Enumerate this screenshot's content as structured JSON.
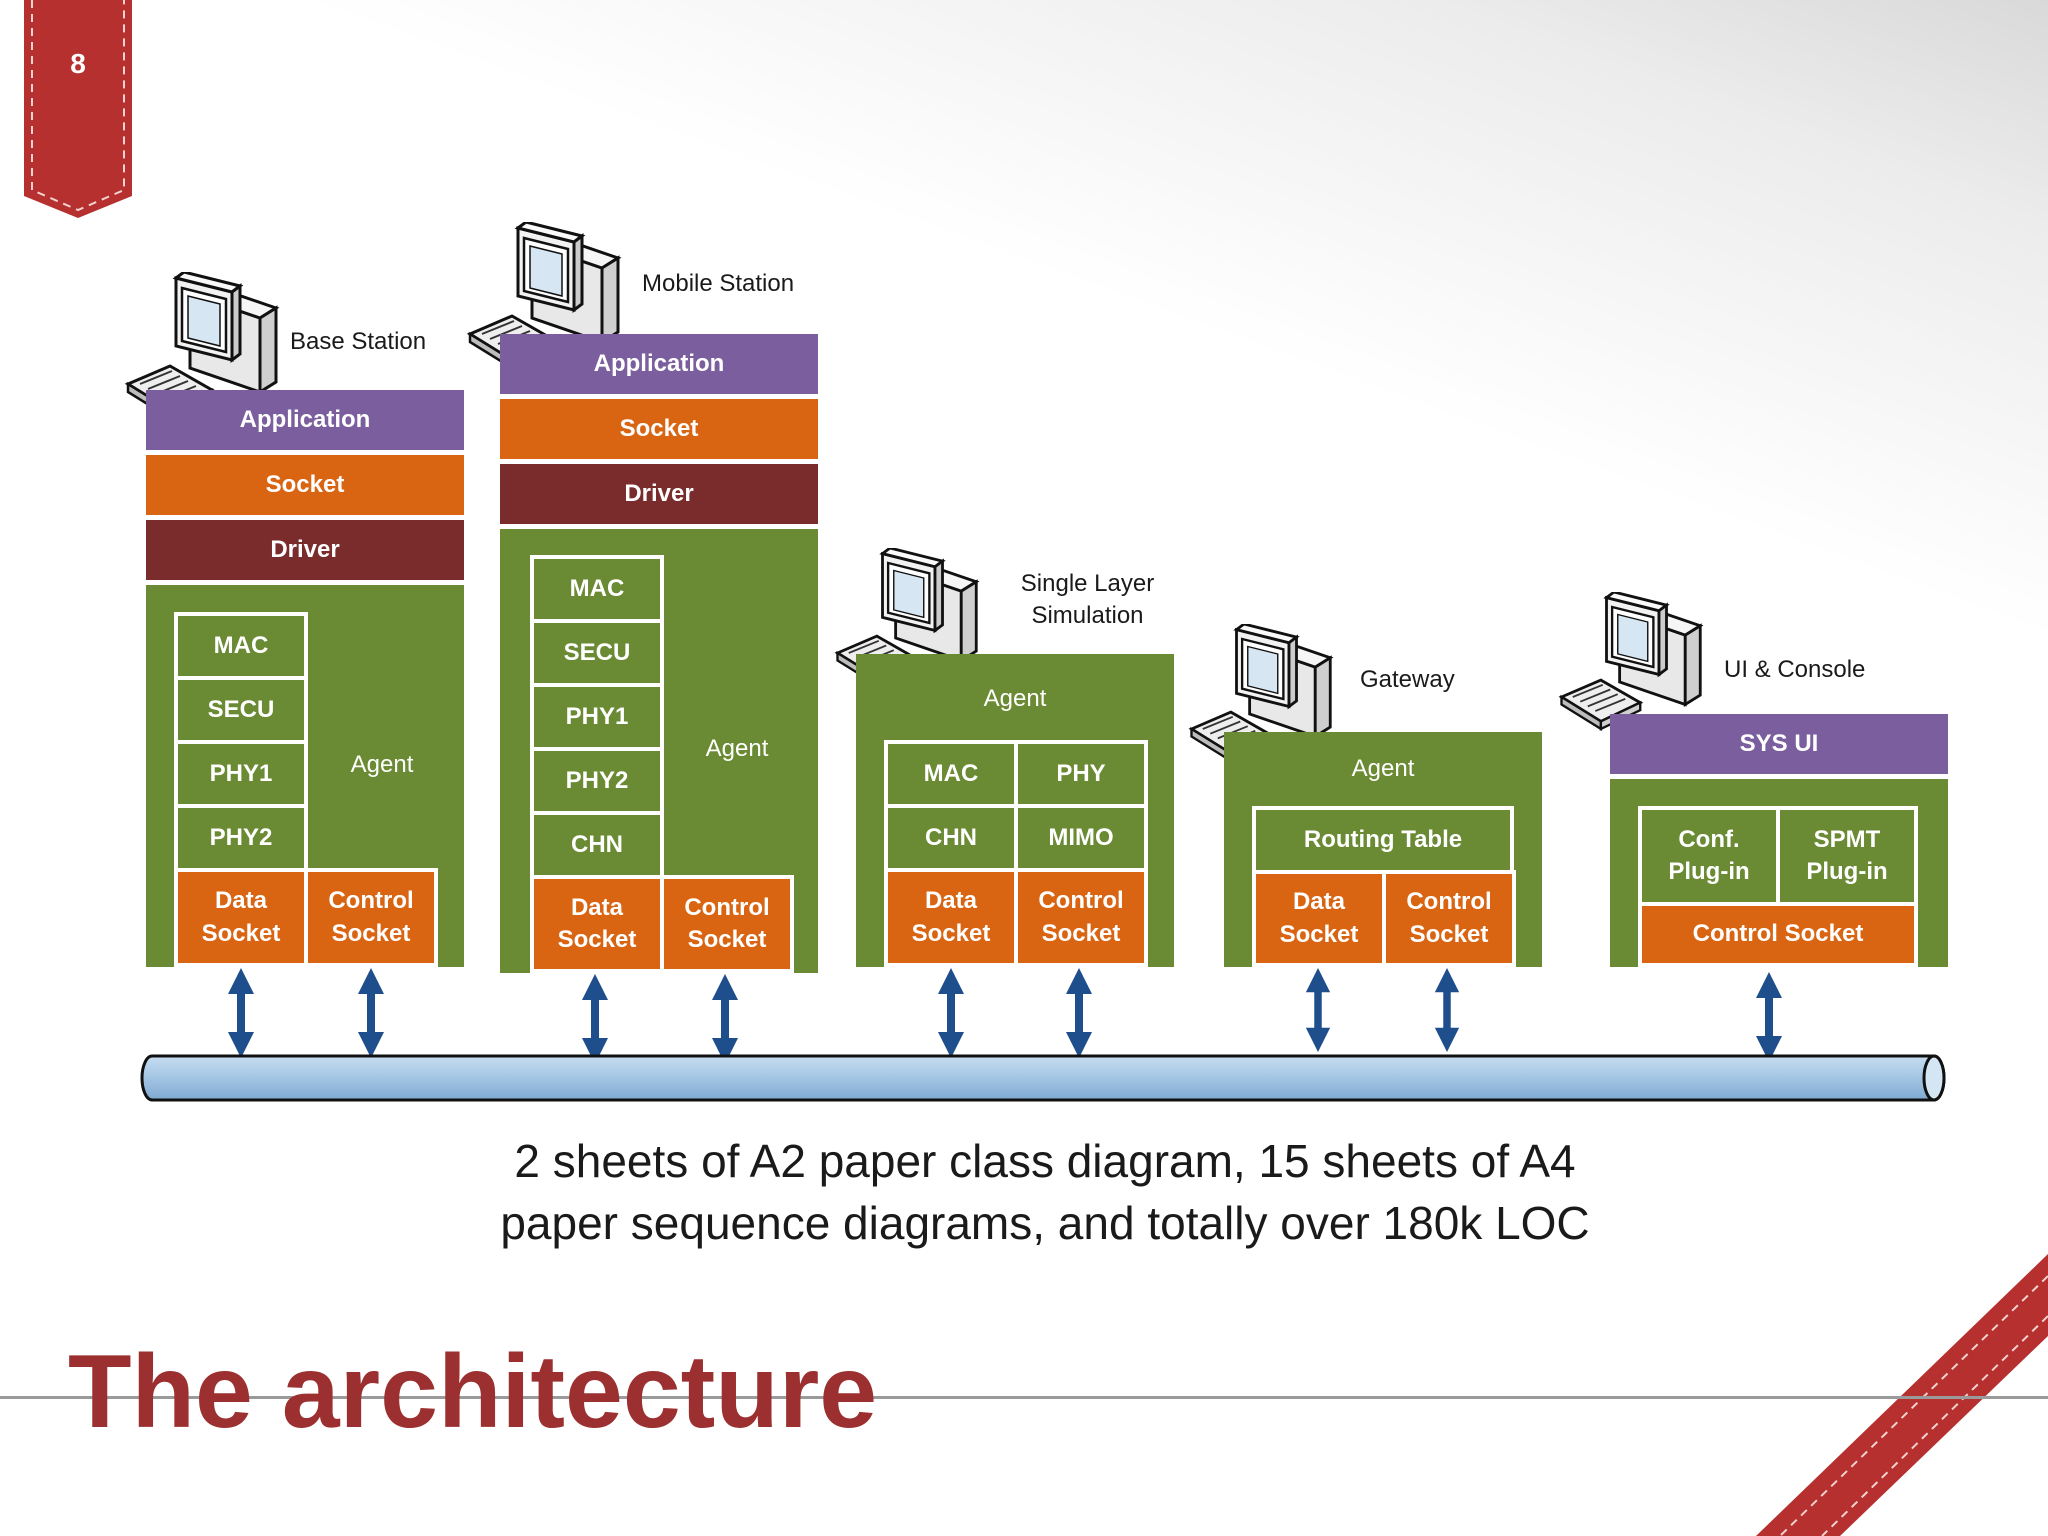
{
  "slide": {
    "page_number": "8",
    "title": "The architecture",
    "caption_line1": "2 sheets of A2 paper class diagram, 15 sheets of A4",
    "caption_line2": "paper sequence diagrams, and totally over 180k LOC",
    "colors": {
      "title": "#9c2f2f",
      "ribbon": "#b5302e",
      "application": "#7a5e9e",
      "socket": "#d96512",
      "driver": "#7a2b2b",
      "agent": "#6a8a33",
      "bus": "#9dc3e6",
      "arrow": "#1f4e8c"
    }
  },
  "nodes": {
    "base_station": {
      "label": "Base Station",
      "application": "Application",
      "socket": "Socket",
      "driver": "Driver",
      "agent": "Agent",
      "layers": [
        "MAC",
        "SECU",
        "PHY1",
        "PHY2"
      ],
      "data_socket": "Data\nSocket",
      "control_socket": "Control\nSocket"
    },
    "mobile_station": {
      "label": "Mobile Station",
      "application": "Application",
      "socket": "Socket",
      "driver": "Driver",
      "agent": "Agent",
      "layers": [
        "MAC",
        "SECU",
        "PHY1",
        "PHY2",
        "CHN"
      ],
      "data_socket": "Data\nSocket",
      "control_socket": "Control\nSocket"
    },
    "single_layer": {
      "label": "Single Layer\nSimulation",
      "agent": "Agent",
      "cells": [
        "MAC",
        "PHY",
        "CHN",
        "MIMO"
      ],
      "data_socket": "Data\nSocket",
      "control_socket": "Control\nSocket"
    },
    "gateway": {
      "label": "Gateway",
      "agent": "Agent",
      "routing_table": "Routing Table",
      "data_socket": "Data\nSocket",
      "control_socket": "Control\nSocket"
    },
    "ui_console": {
      "label": "UI & Console",
      "sys_ui": "SYS UI",
      "conf_plugin": "Conf.\nPlug-in",
      "spmt_plugin": "SPMT\nPlug-in",
      "control_socket": "Control Socket"
    }
  },
  "icons": {
    "computer": "desktop-computer-icon",
    "arrow": "double-arrow-icon"
  }
}
